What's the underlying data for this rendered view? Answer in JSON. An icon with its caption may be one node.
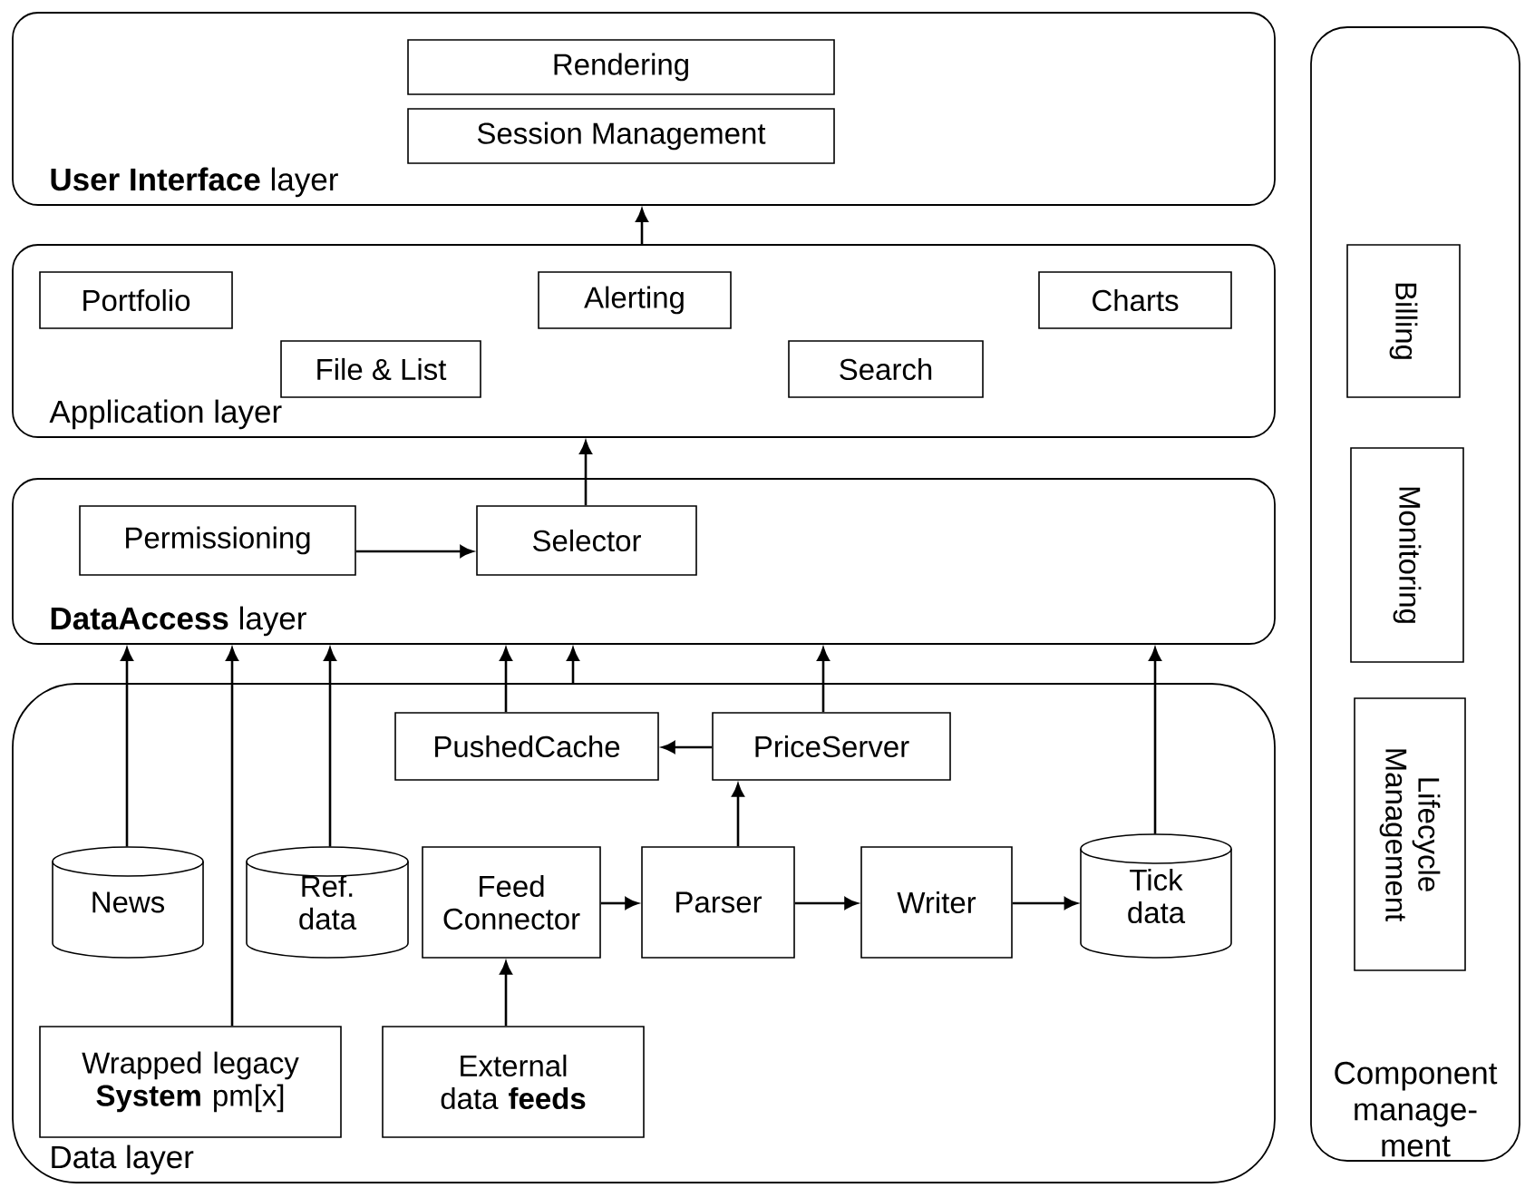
{
  "diagram": {
    "nodes": [
      {
        "text": [
          "**User Interface** layer"
        ]
      },
      {
        "text": [
          "Rendering"
        ],
        "in": 0
      },
      {
        "text": [
          "Session Management"
        ],
        "in": 0
      },
      {
        "text": [
          "Application layer"
        ]
      },
      {
        "text": [
          "Portfolio"
        ],
        "in": 3
      },
      {
        "text": [
          "File & List"
        ],
        "in": 3
      },
      {
        "text": [
          "Alerting"
        ],
        "in": 3
      },
      {
        "text": [
          "Search"
        ],
        "in": 3
      },
      {
        "text": [
          "Charts"
        ],
        "in": 3
      },
      {
        "text": [
          "**DataAccess** layer"
        ]
      },
      {
        "text": [
          "Permissioning"
        ],
        "in": 9
      },
      {
        "text": [
          "Selector"
        ],
        "in": 9
      },
      {
        "text": [
          "Data layer"
        ]
      },
      {
        "text": [
          "PushedCache"
        ],
        "in": 12
      },
      {
        "text": [
          "PriceServer"
        ],
        "in": 12
      },
      {
        "text": [
          "News"
        ],
        "in": 12
      },
      {
        "text": [
          "Ref. data"
        ],
        "in": 12
      },
      {
        "text": [
          "Feed Connector"
        ],
        "in": 12
      },
      {
        "text": [
          "Parser"
        ],
        "in": 12
      },
      {
        "text": [
          "Writer"
        ],
        "in": 12
      },
      {
        "text": [
          "Tick data"
        ],
        "in": 12
      },
      {
        "text": [
          "Wrapped legacy **System** pm[x]"
        ],
        "in": 12
      },
      {
        "text": [
          "External data **feeds**"
        ],
        "in": 12
      },
      {
        "text": [
          "Component manage- ment"
        ]
      },
      {
        "text": [
          "Billing"
        ],
        "in": 23
      },
      {
        "text": [
          "Monitoring"
        ],
        "in": 23
      },
      {
        "text": [
          "Lifecycle Management"
        ],
        "in": 23
      }
    ],
    "edges": [
      {
        "from": 3,
        "to": 0,
        "arrow": "to"
      },
      {
        "from": 11,
        "to": 3,
        "arrow": "to"
      },
      {
        "from": 10,
        "to": 11,
        "arrow": "to"
      },
      {
        "from": 12,
        "to": 9,
        "arrow": "to"
      },
      {
        "from": 15,
        "to": 9,
        "arrow": "to"
      },
      {
        "from": 21,
        "to": 9,
        "arrow": "to"
      },
      {
        "from": 16,
        "to": 9,
        "arrow": "to"
      },
      {
        "from": 13,
        "to": 9,
        "arrow": "to"
      },
      {
        "from": 14,
        "to": 9,
        "arrow": "to"
      },
      {
        "from": 20,
        "to": 9,
        "arrow": "to"
      },
      {
        "from": 14,
        "to": 13,
        "arrow": "to"
      },
      {
        "from": 18,
        "to": 14,
        "arrow": "to"
      },
      {
        "from": 17,
        "to": 18,
        "arrow": "to"
      },
      {
        "from": 18,
        "to": 19,
        "arrow": "to"
      },
      {
        "from": 19,
        "to": 20,
        "arrow": "to"
      },
      {
        "from": 22,
        "to": 17,
        "arrow": "to"
      }
    ]
  }
}
